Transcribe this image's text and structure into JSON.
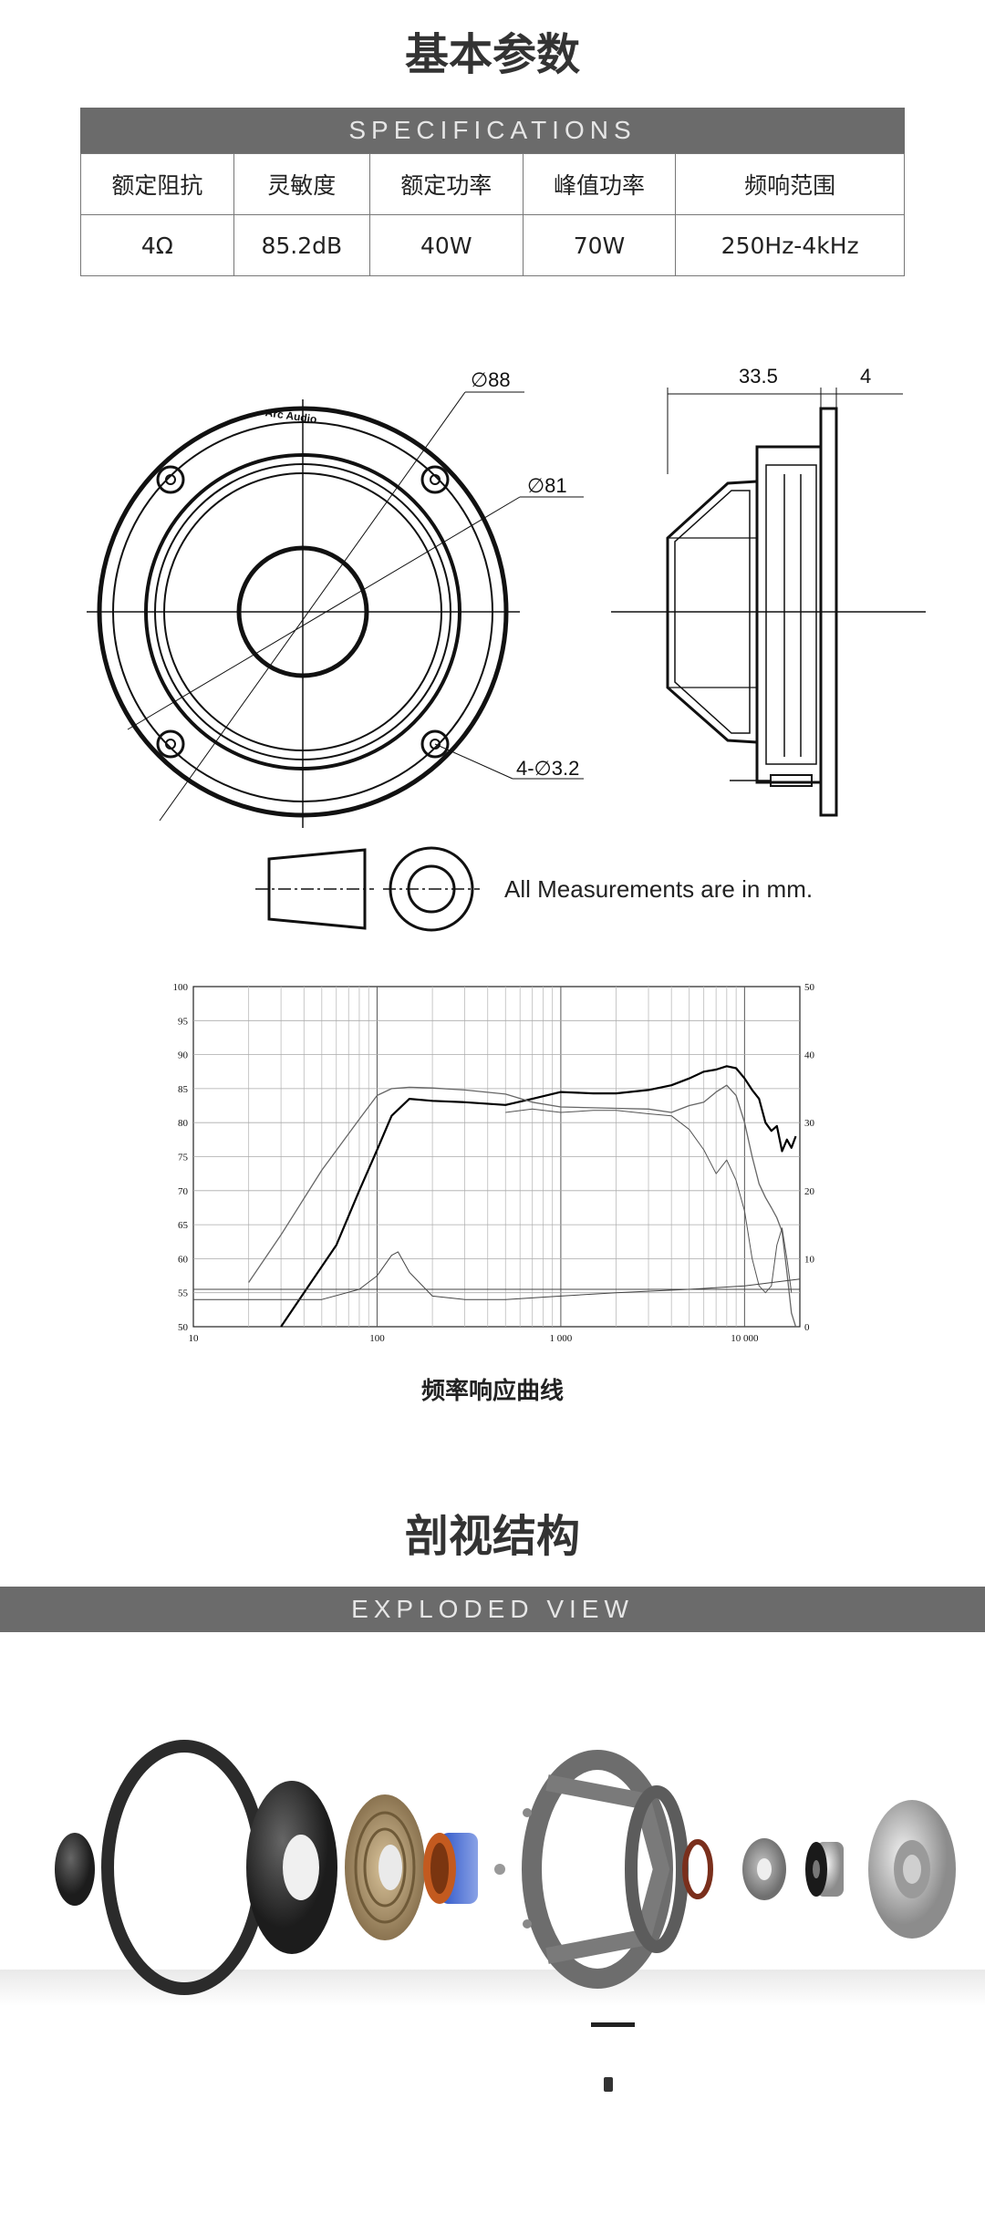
{
  "specs": {
    "title": "基本参数",
    "subtitle": "SPECIFICATIONS",
    "headers": [
      "额定阻抗",
      "灵敏度",
      "额定功率",
      "峰值功率",
      "频响范围"
    ],
    "values": [
      "4Ω",
      "85.2dB",
      "40W",
      "70W",
      "250Hz-4kHz"
    ]
  },
  "drawing": {
    "dims": {
      "outer_dia": "∅88",
      "inner_dia": "∅81",
      "holes": "4-∅3.2",
      "depth": "33.5",
      "flange": "4"
    },
    "brand_mark": "Arc Audio",
    "note": "All Measurements are in mm."
  },
  "chart_data": {
    "type": "line",
    "title": "",
    "caption": "频率响应曲线",
    "x_scale": "log",
    "xlim": [
      10,
      20000
    ],
    "x_tick_labels": [
      "10",
      "100",
      "1 000",
      "10 000"
    ],
    "ylim": [
      50,
      100
    ],
    "y_tick_labels": [
      "100",
      "95",
      "90",
      "85",
      "80",
      "75",
      "70",
      "65",
      "60",
      "55",
      "50"
    ],
    "y2lim": [
      0,
      50
    ],
    "y2_tick_labels": [
      "50",
      "40",
      "30",
      "20",
      "10",
      "0"
    ],
    "grid": true,
    "series": [
      {
        "axis": "left",
        "color": "#000000",
        "width": 2.2,
        "x": [
          30,
          40,
          60,
          80,
          100,
          120,
          150,
          200,
          300,
          500,
          700,
          1000,
          1500,
          2000,
          3000,
          4000,
          5000,
          6000,
          7000,
          8000,
          9000,
          10000,
          11000,
          12000,
          13000,
          14000,
          15000,
          16000,
          17000,
          18000,
          19000
        ],
        "y": [
          50,
          55,
          62,
          70,
          76,
          81,
          83.5,
          83.2,
          83,
          82.6,
          83.5,
          84.5,
          84.3,
          84.3,
          84.8,
          85.5,
          86.5,
          87.5,
          87.8,
          88.3,
          88,
          86.5,
          84.8,
          83.5,
          80,
          78.8,
          79.5,
          75.8,
          77.5,
          76.3,
          78
        ]
      },
      {
        "axis": "left",
        "color": "#666666",
        "width": 1.3,
        "x": [
          20,
          30,
          50,
          80,
          100,
          120,
          150,
          200,
          300,
          500,
          700,
          1000,
          2000,
          3000,
          4000,
          5000,
          6000,
          7000,
          8000,
          9000,
          10000,
          11000,
          12000,
          13000,
          14000,
          15000,
          16000,
          17000,
          18000,
          19000
        ],
        "y": [
          56.5,
          63.5,
          73,
          80.5,
          84,
          85,
          85.2,
          85.1,
          84.8,
          84.2,
          83,
          82.3,
          82.1,
          82,
          81.5,
          82.5,
          83,
          84.5,
          85.5,
          84,
          80,
          75,
          71,
          69,
          67.5,
          66,
          64,
          58,
          52,
          50
        ]
      },
      {
        "axis": "left",
        "color": "#555555",
        "width": 1.0,
        "x": [
          500,
          700,
          1000,
          1500,
          2000,
          3000,
          4000,
          5000,
          6000,
          7000,
          8000,
          9000,
          10000,
          11000,
          12000,
          13000,
          14000,
          15000,
          16000,
          17000,
          18000
        ],
        "y": [
          81.5,
          82,
          81.5,
          81.8,
          81.8,
          81.3,
          81,
          79,
          76,
          72.5,
          74.5,
          71.5,
          67,
          60,
          56,
          55,
          56,
          62,
          64.5,
          60,
          55
        ]
      },
      {
        "axis": "right",
        "color": "#444444",
        "width": 1.0,
        "x": [
          10,
          50,
          80,
          100,
          120,
          130,
          150,
          200,
          300,
          500,
          1000,
          2000,
          5000,
          10000,
          20000
        ],
        "y": [
          4,
          4,
          5.5,
          7.5,
          10.5,
          11,
          8,
          4.5,
          4,
          4,
          4.5,
          5,
          5.5,
          6,
          7
        ]
      },
      {
        "axis": "right",
        "color": "#444444",
        "width": 1.0,
        "x": [
          10,
          100,
          1000,
          10000,
          20000
        ],
        "y": [
          5.5,
          5.5,
          5.5,
          5.5,
          5.5
        ]
      }
    ]
  },
  "exploded": {
    "title": "剖视结构",
    "subtitle": "EXPLODED VIEW"
  }
}
